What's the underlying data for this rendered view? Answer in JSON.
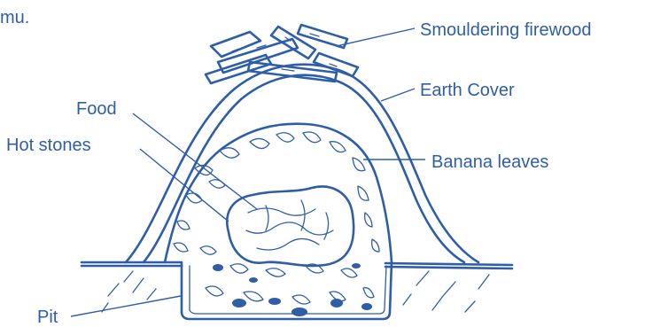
{
  "ink_color": "#2f5ea8",
  "background": "#ffffff",
  "fragment_text": "mu.",
  "labels": {
    "smouldering_firewood": "Smouldering firewood",
    "earth_cover": "Earth Cover",
    "food": "Food",
    "hot_stones": "Hot stones",
    "banana_leaves": "Banana leaves",
    "pit": "Pit"
  }
}
